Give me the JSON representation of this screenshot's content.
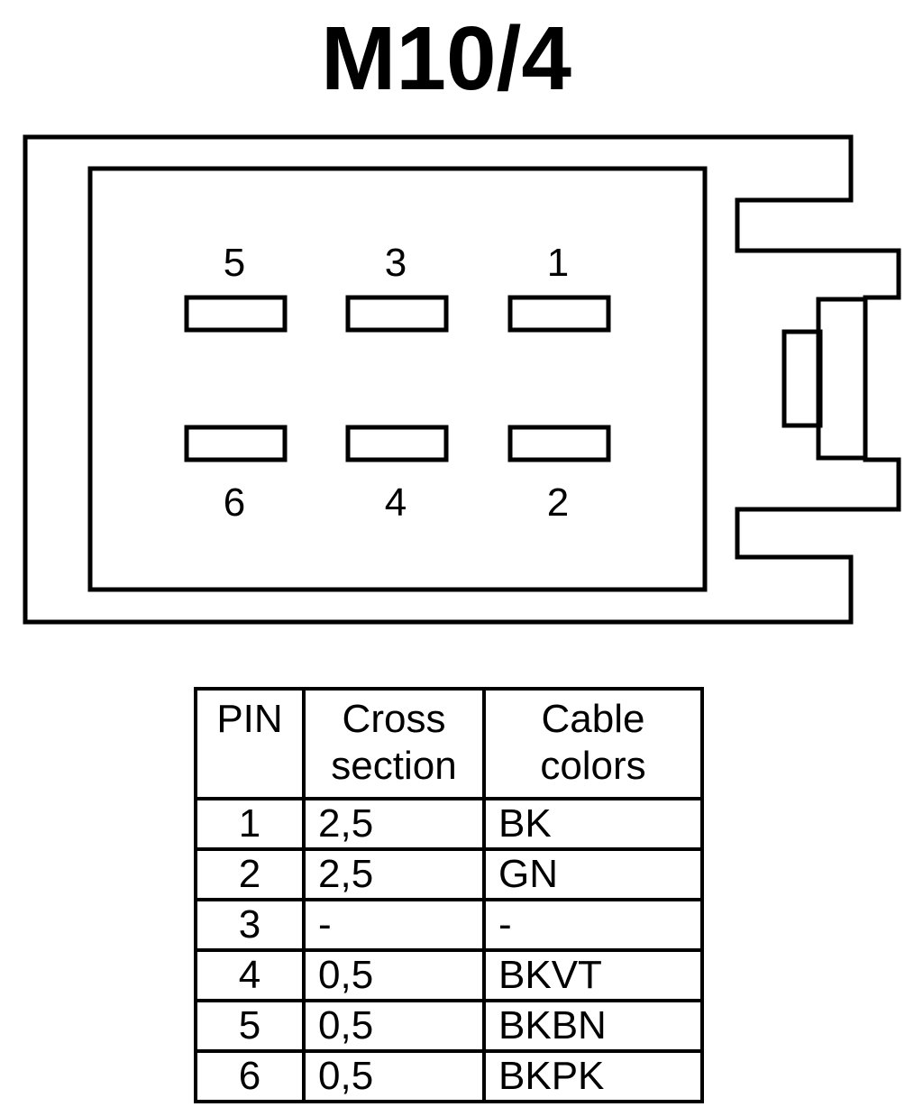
{
  "title": "M10/4",
  "pin_labels": {
    "p1": "1",
    "p2": "2",
    "p3": "3",
    "p4": "4",
    "p5": "5",
    "p6": "6"
  },
  "table": {
    "headers": {
      "pin": "PIN",
      "cross_line1": "Cross",
      "cross_line2": "section",
      "cable_line1": "Cable",
      "cable_line2": "colors"
    },
    "rows": [
      {
        "pin": "1",
        "cross": "2,5",
        "color": "BK"
      },
      {
        "pin": "2",
        "cross": "2,5",
        "color": "GN"
      },
      {
        "pin": "3",
        "cross": "-",
        "color": "-"
      },
      {
        "pin": "4",
        "cross": "0,5",
        "color": "BKVT"
      },
      {
        "pin": "5",
        "cross": "0,5",
        "color": "BKBN"
      },
      {
        "pin": "6",
        "cross": "0,5",
        "color": "BKPK"
      }
    ]
  }
}
